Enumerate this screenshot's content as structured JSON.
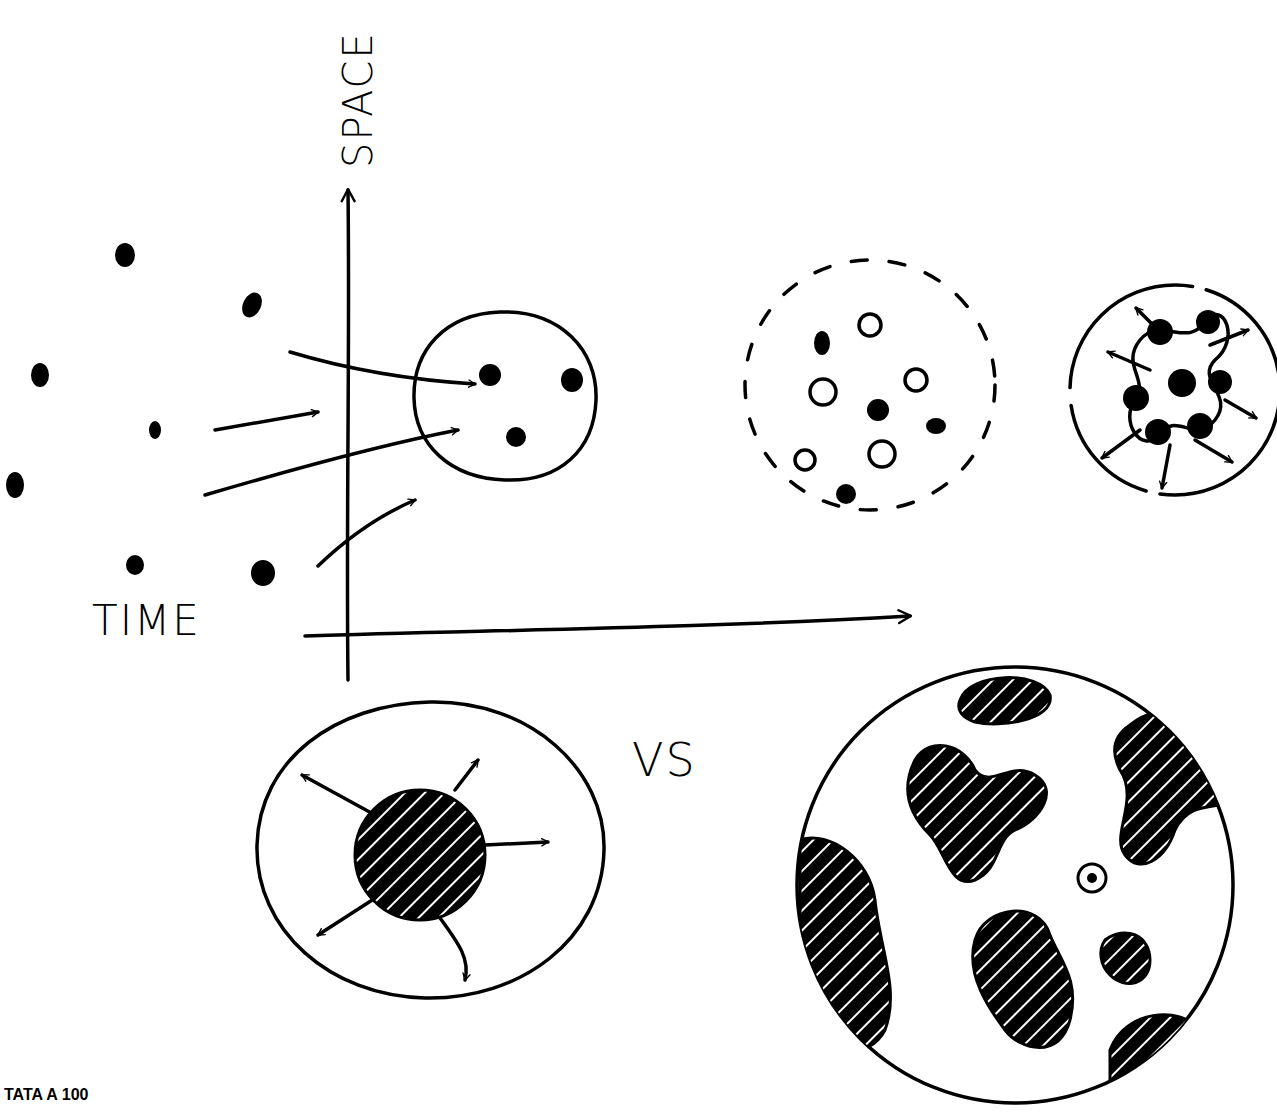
{
  "diagram": {
    "labels": [
      "SPACE",
      "TIME",
      "VS",
      "TATA A 100"
    ]
  }
}
